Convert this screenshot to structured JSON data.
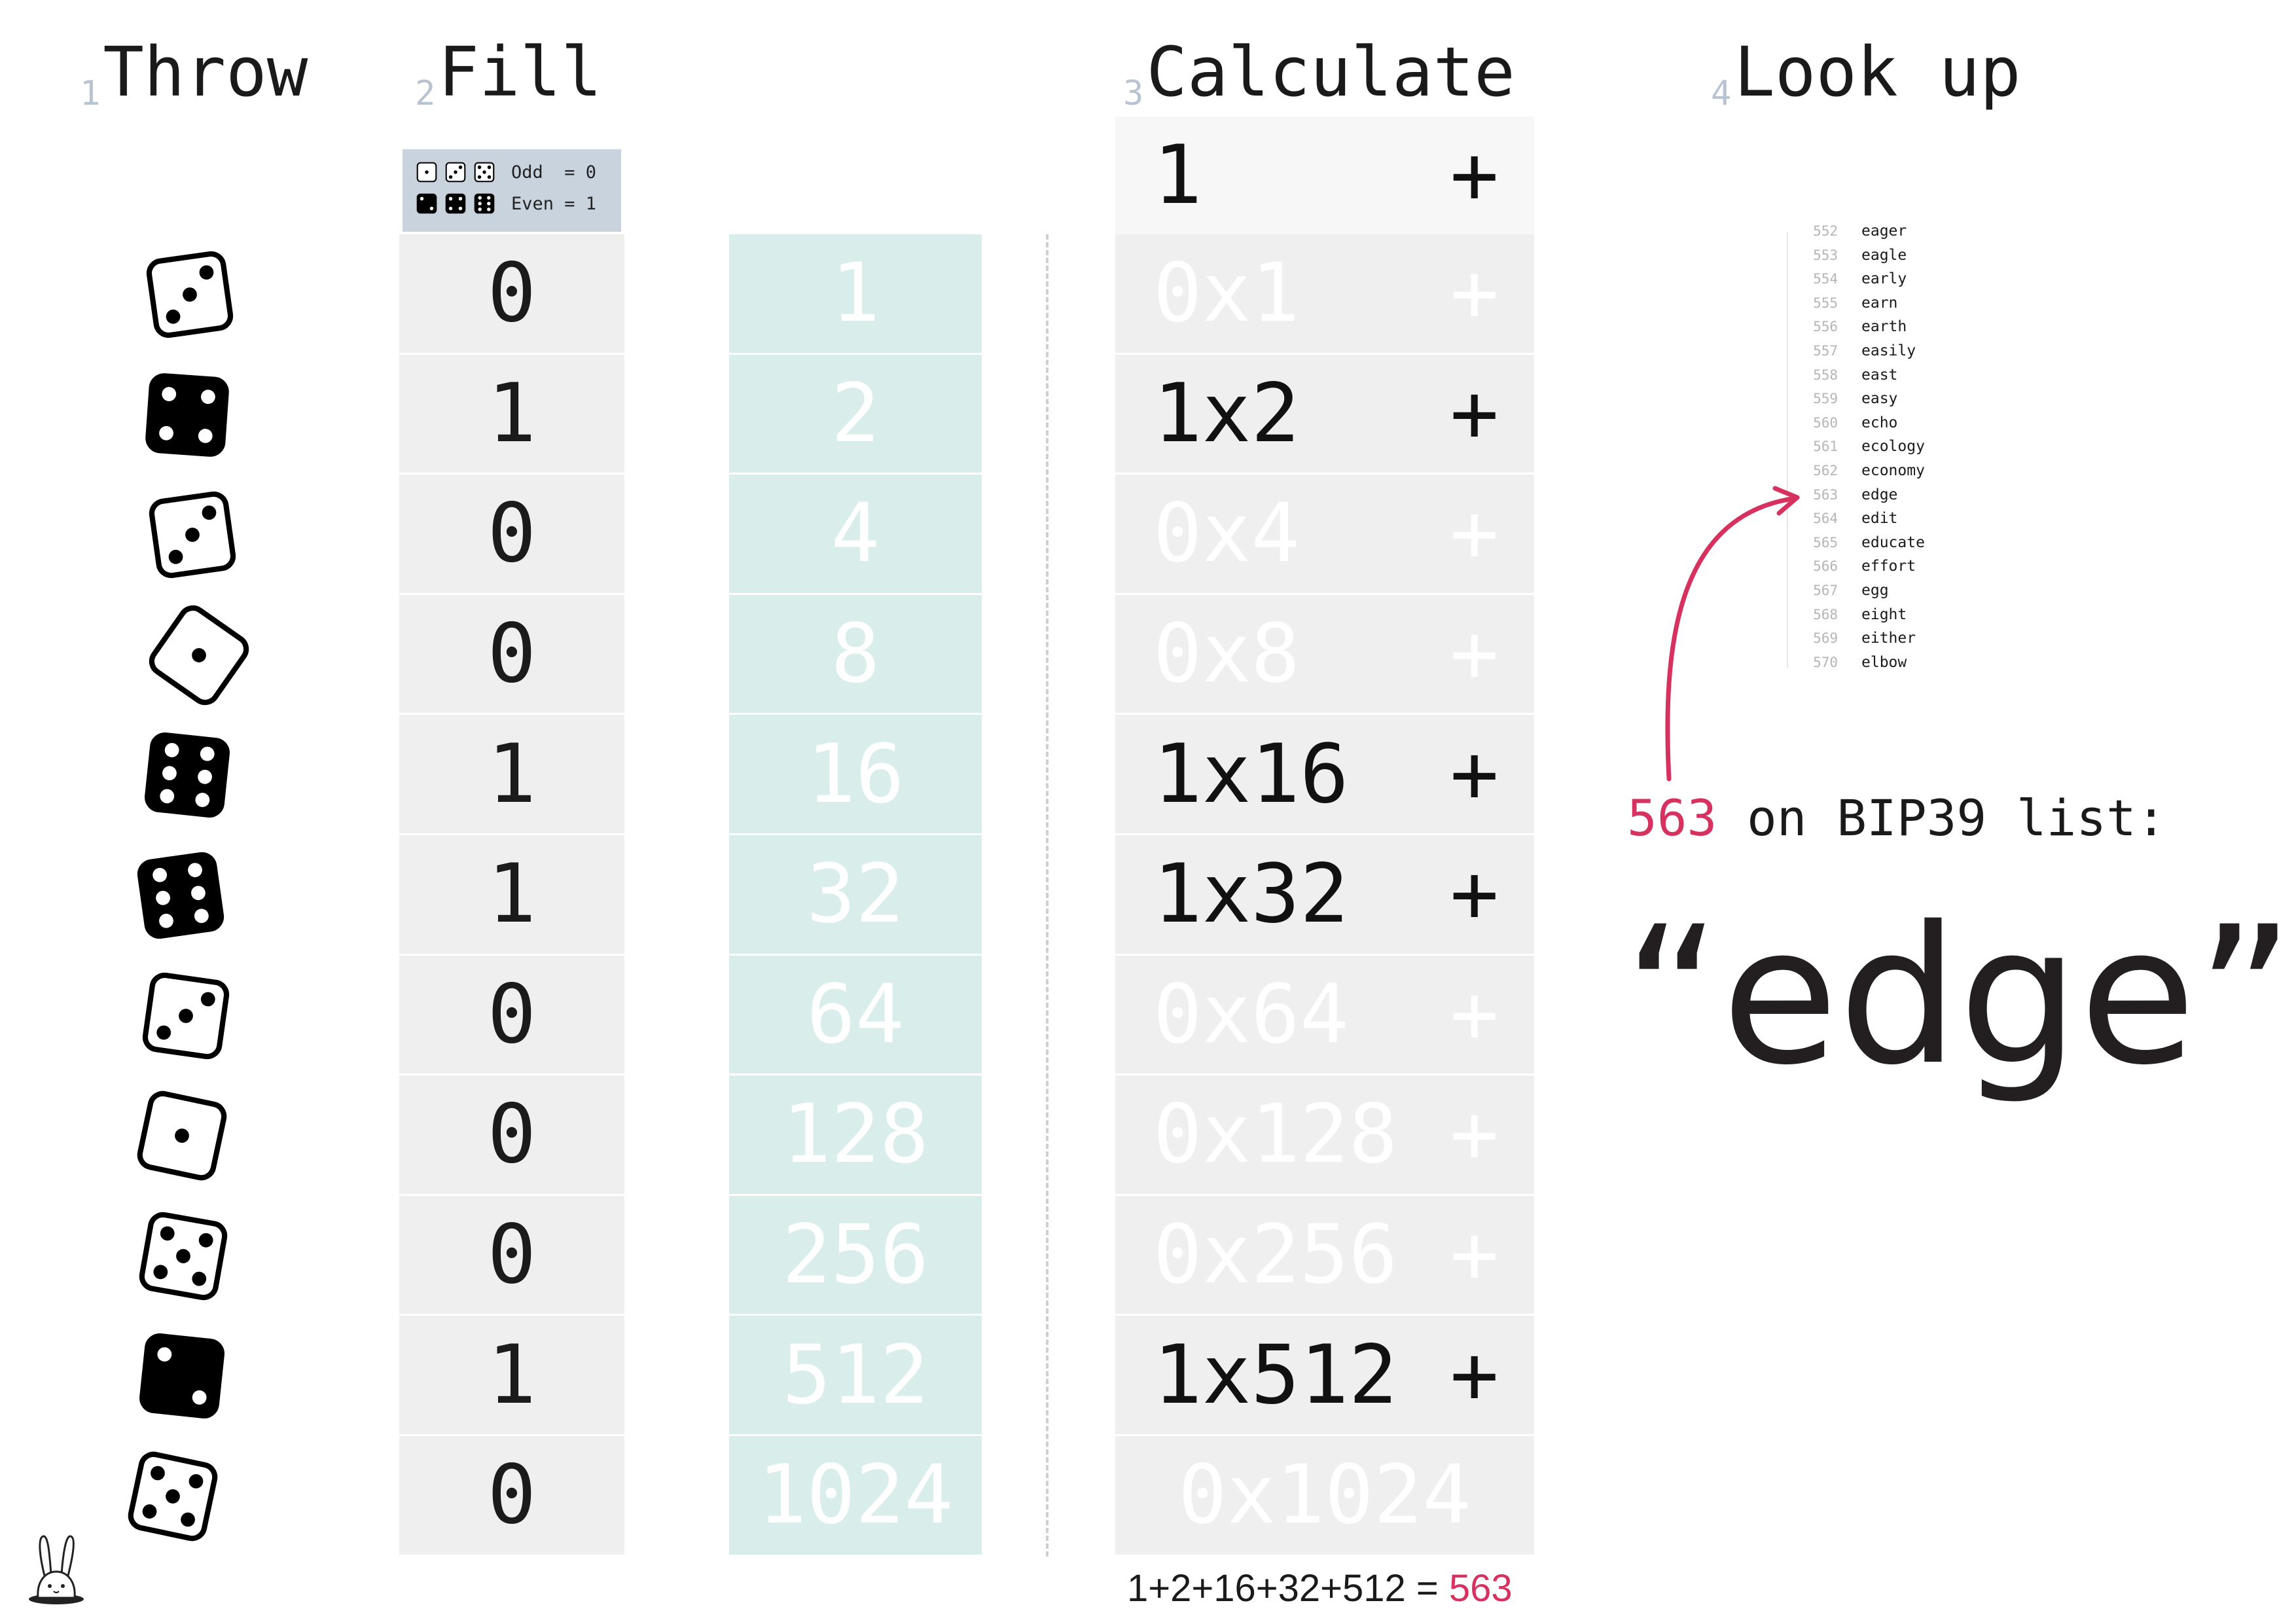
{
  "headings": [
    {
      "num": "1",
      "label": "Throw"
    },
    {
      "num": "2",
      "label": "Fill"
    },
    {
      "num": "3",
      "label": "Calculate"
    },
    {
      "num": "4",
      "label": "Look up"
    }
  ],
  "legend": {
    "odd_label": "Odd  = 0",
    "even_label": "Even = 1",
    "odd_faces": [
      1,
      3,
      5
    ],
    "even_faces": [
      2,
      4,
      6
    ]
  },
  "dice": [
    {
      "face": 3,
      "bit": "0",
      "weight": "1",
      "expr": "0x1",
      "plus": "+",
      "active": false
    },
    {
      "face": 4,
      "bit": "1",
      "weight": "2",
      "expr": "1x2",
      "plus": "+",
      "active": true
    },
    {
      "face": 3,
      "bit": "0",
      "weight": "4",
      "expr": "0x4",
      "plus": "+",
      "active": false
    },
    {
      "face": 1,
      "bit": "0",
      "weight": "8",
      "expr": "0x8",
      "plus": "+",
      "active": false
    },
    {
      "face": 6,
      "bit": "1",
      "weight": "16",
      "expr": "1x16",
      "plus": "+",
      "active": true
    },
    {
      "face": 6,
      "bit": "1",
      "weight": "32",
      "expr": "1x32",
      "plus": "+",
      "active": true
    },
    {
      "face": 3,
      "bit": "0",
      "weight": "64",
      "expr": "0x64",
      "plus": "+",
      "active": false
    },
    {
      "face": 1,
      "bit": "0",
      "weight": "128",
      "expr": "0x128",
      "plus": "+",
      "active": false
    },
    {
      "face": 5,
      "bit": "0",
      "weight": "256",
      "expr": "0x256",
      "plus": "+",
      "active": false
    },
    {
      "face": 2,
      "bit": "1",
      "weight": "512",
      "expr": "1x512",
      "plus": "+",
      "active": true
    },
    {
      "face": 5,
      "bit": "0",
      "weight": "1024",
      "expr": "0x1024",
      "plus": "",
      "active": false
    }
  ],
  "calc_top": {
    "expr": "1",
    "plus": "+"
  },
  "total": {
    "sum": "1+2+16+32+512 = ",
    "result": "563"
  },
  "wordlist": [
    {
      "n": "552",
      "w": "eager"
    },
    {
      "n": "553",
      "w": "eagle"
    },
    {
      "n": "554",
      "w": "early"
    },
    {
      "n": "555",
      "w": "earn"
    },
    {
      "n": "556",
      "w": "earth"
    },
    {
      "n": "557",
      "w": "easily"
    },
    {
      "n": "558",
      "w": "east"
    },
    {
      "n": "559",
      "w": "easy"
    },
    {
      "n": "560",
      "w": "echo"
    },
    {
      "n": "561",
      "w": "ecology"
    },
    {
      "n": "562",
      "w": "economy"
    },
    {
      "n": "563",
      "w": "edge"
    },
    {
      "n": "564",
      "w": "edit"
    },
    {
      "n": "565",
      "w": "educate"
    },
    {
      "n": "566",
      "w": "effort"
    },
    {
      "n": "567",
      "w": "egg"
    },
    {
      "n": "568",
      "w": "eight"
    },
    {
      "n": "569",
      "w": "either"
    },
    {
      "n": "570",
      "w": "elbow"
    }
  ],
  "lookup": {
    "number": "563",
    "text": " on BIP39 list:"
  },
  "result_word": "“edge”",
  "colors": {
    "accent": "#d7325f",
    "weight_fill": "#d9eeeb",
    "cell_fill": "#efefef",
    "legend_fill": "#c9d3dd"
  }
}
